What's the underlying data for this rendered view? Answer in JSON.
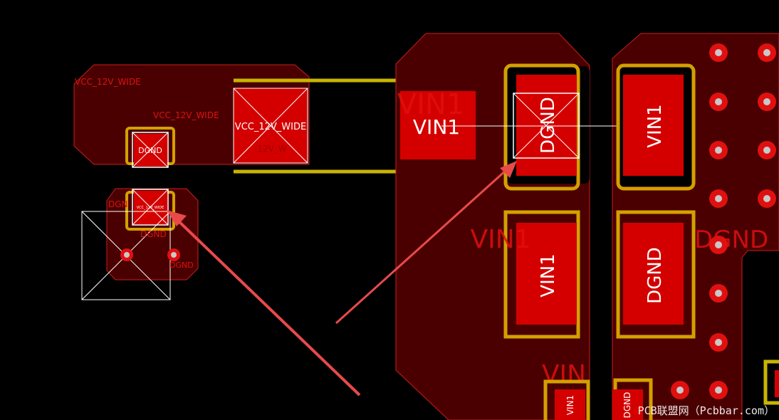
{
  "colors": {
    "background": "#000000",
    "copper_pour": "#4a0000",
    "copper_outline": "#c81e1e",
    "pad": "#d40000",
    "silkscreen": "#d4a000",
    "silkscreen_yellow": "#c9b400",
    "highlight": "#ffffff",
    "arrow": "#e84a4a",
    "net_label": "#e01010",
    "via": "#e01010",
    "via_hole": "#c8c8c8"
  },
  "left_pour": {
    "net_label_1": "VCC_12V_WIDE",
    "net_label_2": "VCC_12V_WIDE",
    "large_pad_label": "VCC_12V_WIDE",
    "large_pad_sublabel": "12V_W",
    "small_pad_top_label": "DGND",
    "small_pad_bottom_label": "VCC_12V_WIDE"
  },
  "left_lower": {
    "label_dgn": "DGN",
    "label_dgnd_1": "DGND",
    "label_dgnd_2": "DGND"
  },
  "right_area": {
    "vin1_pad_label": "VIN1",
    "vin1_pour_label": "VIN1",
    "dgnd_pad_label": "DGND",
    "vin1_vertical_label": "VIN1",
    "vin1_lower_pad_label": "VIN1",
    "vin1_lower_net_label": "VIN1",
    "dgnd_lower_pad_label": "DGND",
    "dgnd_net_label": "DGND",
    "vin_net_label": "VIN",
    "vin1_small_label": "VIN1",
    "dgnd_small_label": "DGND"
  },
  "watermark": "PCB联盟网（Pcbbar.com）",
  "icons": {
    "arrow_left": "arrow-icon",
    "arrow_right": "arrow-icon",
    "via": "via-icon"
  }
}
